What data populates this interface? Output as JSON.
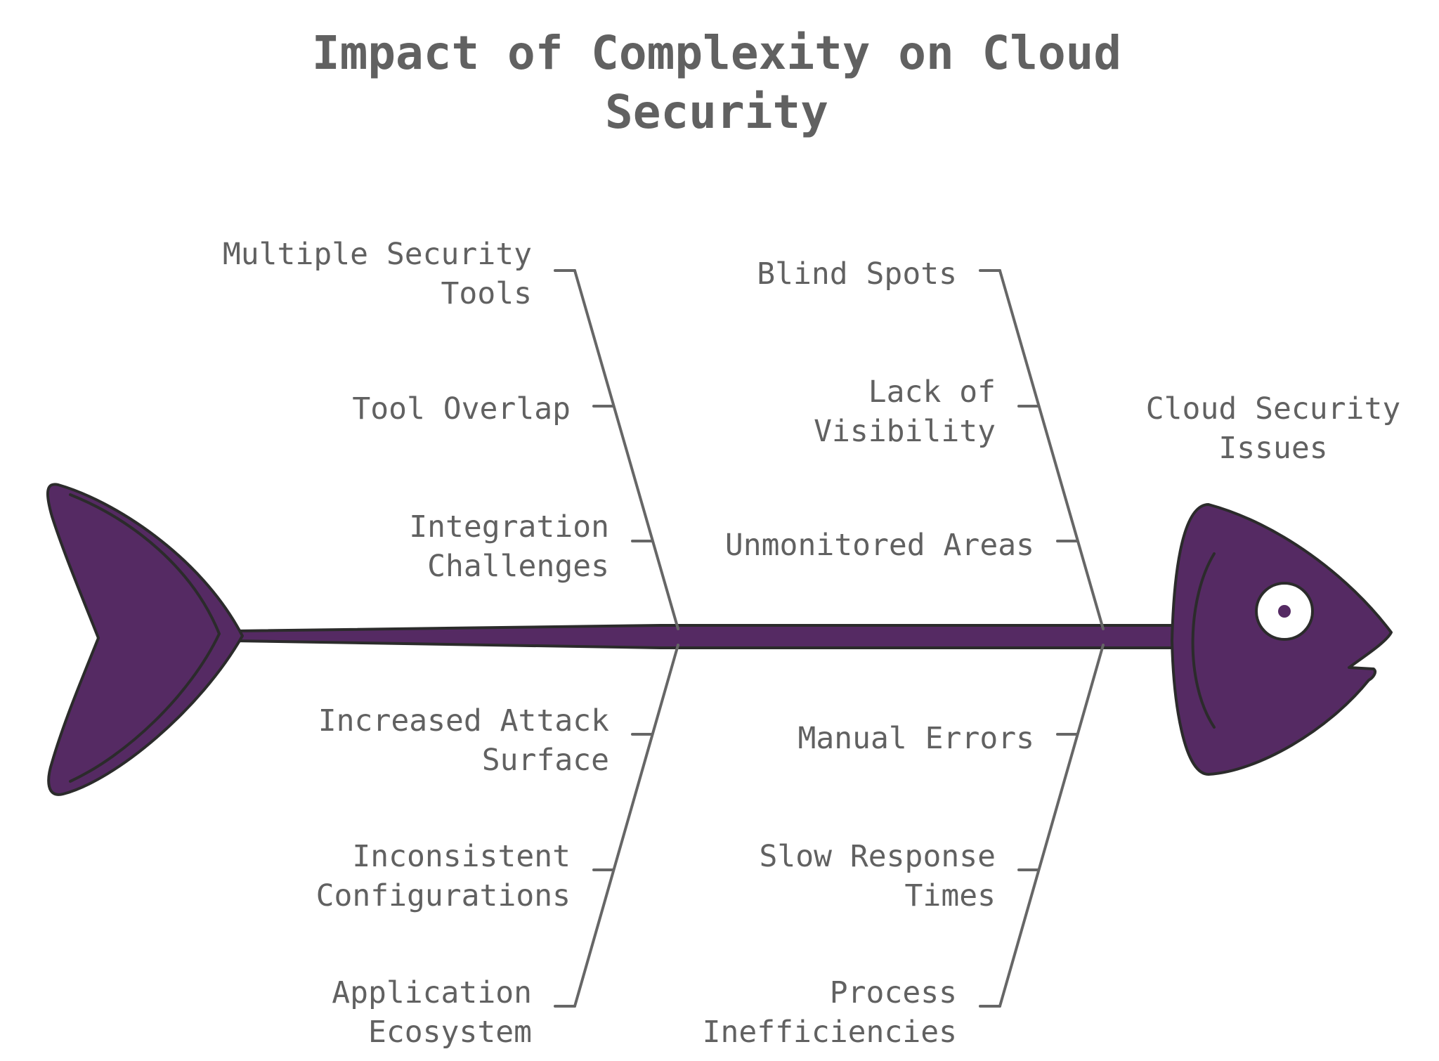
{
  "title": {
    "line1": "Impact of Complexity on Cloud",
    "line2": "Security"
  },
  "head_label": {
    "line1": "Cloud Security",
    "line2": "Issues"
  },
  "causes": {
    "upper_left": [
      {
        "line1": "Multiple Security",
        "line2": "Tools"
      },
      {
        "line1": "Tool Overlap",
        "line2": ""
      },
      {
        "line1": "Integration",
        "line2": "Challenges"
      }
    ],
    "lower_left": [
      {
        "line1": "Increased Attack",
        "line2": "Surface"
      },
      {
        "line1": "Inconsistent",
        "line2": "Configurations"
      },
      {
        "line1": "Application",
        "line2": "Ecosystem"
      }
    ],
    "upper_right": [
      {
        "line1": "Blind Spots",
        "line2": ""
      },
      {
        "line1": "Lack of",
        "line2": "Visibility"
      },
      {
        "line1": "Unmonitored Areas",
        "line2": ""
      }
    ],
    "lower_right": [
      {
        "line1": "Manual Errors",
        "line2": ""
      },
      {
        "line1": "Slow Response",
        "line2": "Times"
      },
      {
        "line1": "Process",
        "line2": "Inefficiencies"
      }
    ]
  },
  "colors": {
    "fish_fill": "#552a63",
    "outline": "#2b2b2b",
    "text": "#616161",
    "bone": "#666666"
  },
  "icons": [
    "fish-tail-icon",
    "fish-head-icon",
    "fish-eye-icon"
  ]
}
